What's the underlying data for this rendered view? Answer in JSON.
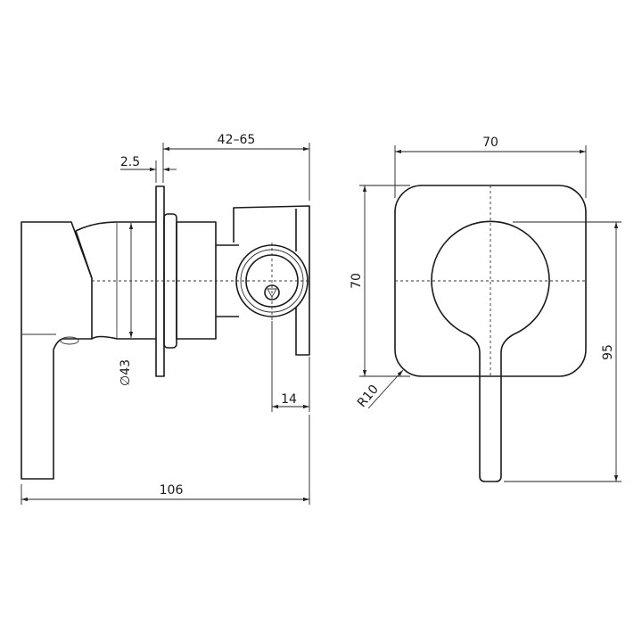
{
  "side_view": {
    "dim_depth_range": "42–65",
    "dim_flange_thickness": "2.5",
    "dim_body_diameter": "∅43",
    "dim_valve_offset": "14",
    "dim_total_length": "106"
  },
  "front_view": {
    "dim_plate_width": "70",
    "dim_plate_height": "70",
    "dim_corner_radius": "R10",
    "dim_handle_length": "95"
  },
  "colors": {
    "line": "#1a1a1a",
    "background": "#ffffff"
  }
}
